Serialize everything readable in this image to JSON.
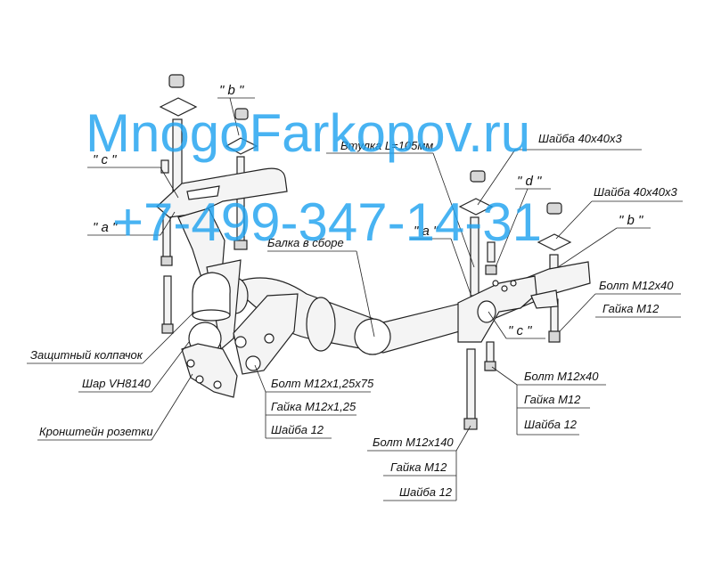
{
  "watermark": {
    "site": "MnogoFarkopov.ru",
    "phone": "+7-499-347-14-31",
    "color": "#21a3f0"
  },
  "callouts": {
    "b_left": "\" b \"",
    "c_left": "\" c \"",
    "a_left": "\" a \"",
    "a_right": "\" a \"",
    "d_right": "\" d \"",
    "b_right": "\" b \"",
    "c_right": "\" c \""
  },
  "labels": {
    "sleeve": "Втулка L=105мм",
    "washer_1": "Шайба 40х40х3",
    "washer_2": "Шайба 40х40х3",
    "beam": "Балка в сборе",
    "bolt_m12x40_a": "Болт М12х40",
    "nut_m12_a": "Гайка М12",
    "protective_cap": "Защитный колпачок",
    "ball": "Шар VH8140",
    "socket_bracket": "Кронштейн розетки",
    "bolt_m12x125x75": "Болт М12х1,25х75",
    "nut_m12x125": "Гайка М12х1,25",
    "washer_12_a": "Шайба 12",
    "bolt_m12x40_b": "Болт М12х40",
    "nut_m12_b": "Гайка М12",
    "washer_12_b": "Шайба 12",
    "bolt_m12x140": "Болт М12х140",
    "nut_m12_c": "Гайка М12",
    "washer_12_c": "Шайба 12"
  }
}
